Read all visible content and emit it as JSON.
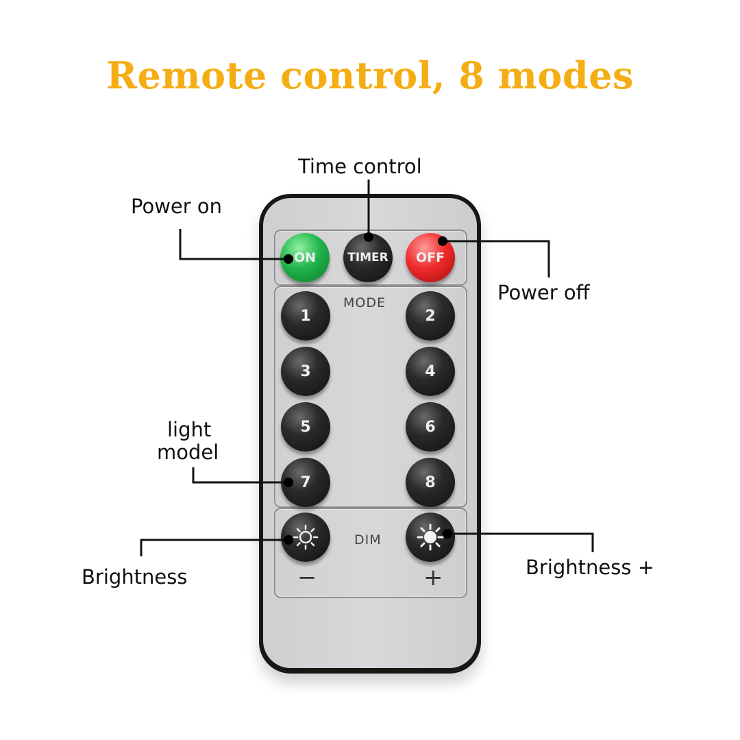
{
  "title": "Remote control, 8 modes",
  "callouts": {
    "time_control": "Time control",
    "power_on": "Power on",
    "power_off": "Power off",
    "light_model_line1": "light",
    "light_model_line2": "model",
    "brightness_minus": "Brightness",
    "brightness_plus": "Brightness +"
  },
  "remote": {
    "on": "ON",
    "timer": "TIMER",
    "off": "OFF",
    "mode_label": "MODE",
    "modes": [
      "1",
      "2",
      "3",
      "4",
      "5",
      "6",
      "7",
      "8"
    ],
    "dim_label": "DIM",
    "minus": "−",
    "plus": "+"
  },
  "colors": {
    "title": "#f5ad14",
    "on_button": "#22b54c",
    "off_button": "#f02b2b",
    "timer_button": "#1a1a1a"
  },
  "icons": [
    "sun-outline-icon",
    "sun-filled-icon"
  ]
}
